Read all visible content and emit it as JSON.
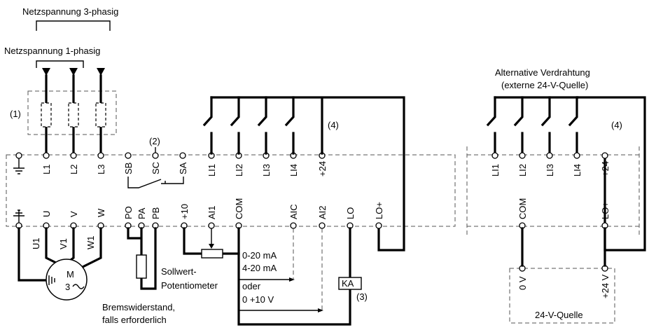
{
  "texts": {
    "netz3": "Netzspannung 3-phasig",
    "netz1": "Netzspannung 1-phasig",
    "fuse_note": "(1)",
    "sc_note": "(2)",
    "relay_note": "(3)",
    "supply_note": "(4)",
    "supply_note_alt": "(4)",
    "motor_m": "M",
    "motor_3": "3",
    "sollwert1": "Sollwert-",
    "sollwert2": "Potentiometer",
    "brems1": "Bremswiderstand,",
    "brems2": "falls erforderlich",
    "range1": "0-20 mA",
    "range2": "4-20 mA",
    "oder": "oder",
    "range3": "0 +10 V",
    "ka": "KA",
    "alt1": "Alternative Verdrahtung",
    "alt2": "(externe 24-V-Quelle)",
    "quelle": "24-V-Quelle",
    "zero_v": "0 V",
    "plus24v": "+24 V"
  },
  "top_terminals": [
    "L1",
    "L2",
    "L3",
    "SB",
    "SC",
    "SA",
    "LI1",
    "LI2",
    "LI3",
    "LI4",
    "+24"
  ],
  "bottom_terminals": [
    "U",
    "V",
    "W",
    "PO",
    "PA",
    "PB",
    "+10",
    "AI1",
    "COM",
    "AIC",
    "AI2",
    "LO",
    "LO+"
  ],
  "motor_wires": [
    "U1",
    "V1",
    "W1"
  ],
  "alt_top_terminals": [
    "LI1",
    "LI2",
    "LI3",
    "LI4",
    "+24"
  ],
  "alt_bottom_terminals": [
    "COM",
    "LO+"
  ]
}
